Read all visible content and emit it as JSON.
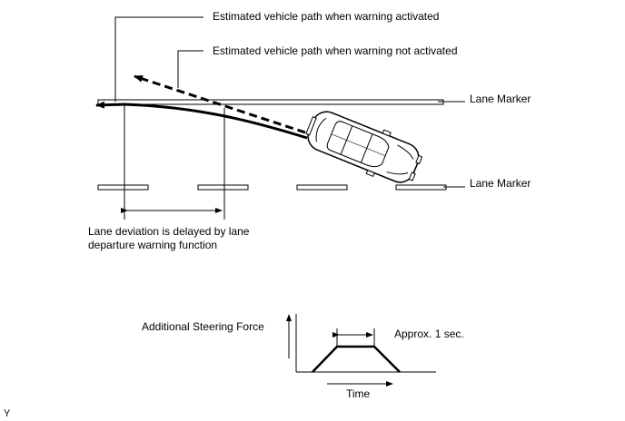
{
  "labels": {
    "path_warning_activated": "Estimated vehicle path when warning activated",
    "path_warning_not_activated": "Estimated vehicle path when warning not activated",
    "lane_marker_top": "Lane Marker",
    "lane_marker_bottom": "Lane Marker",
    "deviation_line1": "Lane deviation is delayed by lane",
    "deviation_line2": "departure warning function",
    "steering_force": "Additional Steering Force",
    "duration": "Approx. 1 sec.",
    "time_axis": "Time",
    "corner_mark": "Y"
  }
}
